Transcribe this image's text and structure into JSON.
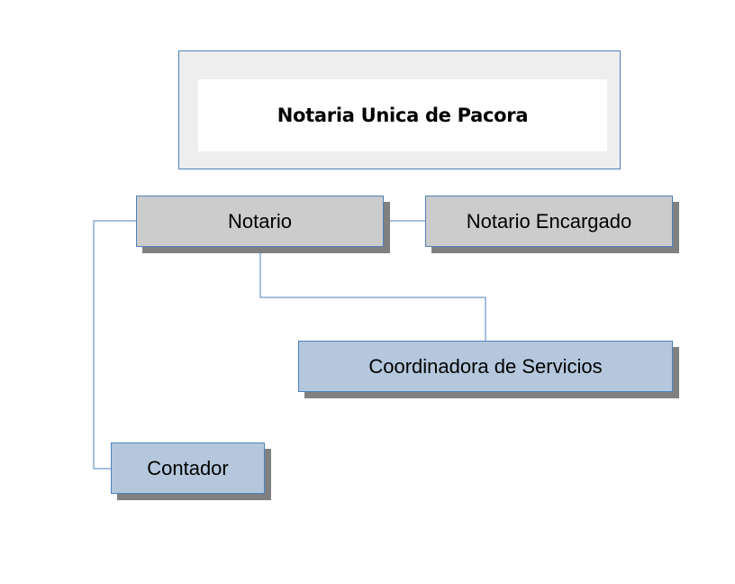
{
  "diagram": {
    "title": "Notaria Unica de Pacora",
    "nodes": {
      "notario": "Notario",
      "notario_encargado": "Notario Encargado",
      "coordinadora": "Coordinadora de Servicios",
      "contador": "Contador"
    },
    "colors": {
      "border": "#4f81bd",
      "gray_fill": "#cccccc",
      "blue_fill": "#b4c7dc",
      "shadow": "#808080",
      "title_frame_fill": "#eeeeee"
    }
  }
}
